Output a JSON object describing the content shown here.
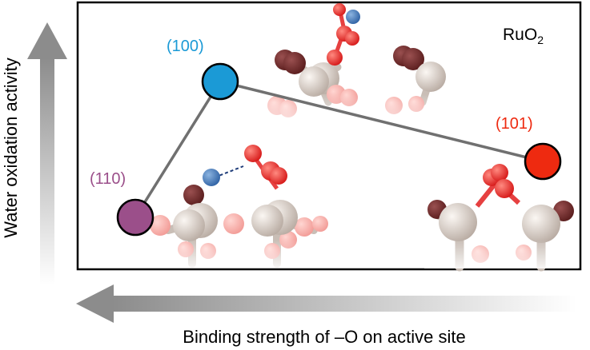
{
  "material": {
    "formula": "RuO",
    "subscript": "2"
  },
  "axes": {
    "y_label": "Water oxidation activity",
    "x_label": "Binding strength of –O on active site"
  },
  "facets": [
    {
      "id": "f110",
      "label": "(110)",
      "color": "#9b4f8a"
    },
    {
      "id": "f100",
      "label": "(100)",
      "color": "#1b9ad6"
    },
    {
      "id": "f101",
      "label": "(101)",
      "color": "#ee2a10"
    }
  ],
  "connector_color": "#707070"
}
